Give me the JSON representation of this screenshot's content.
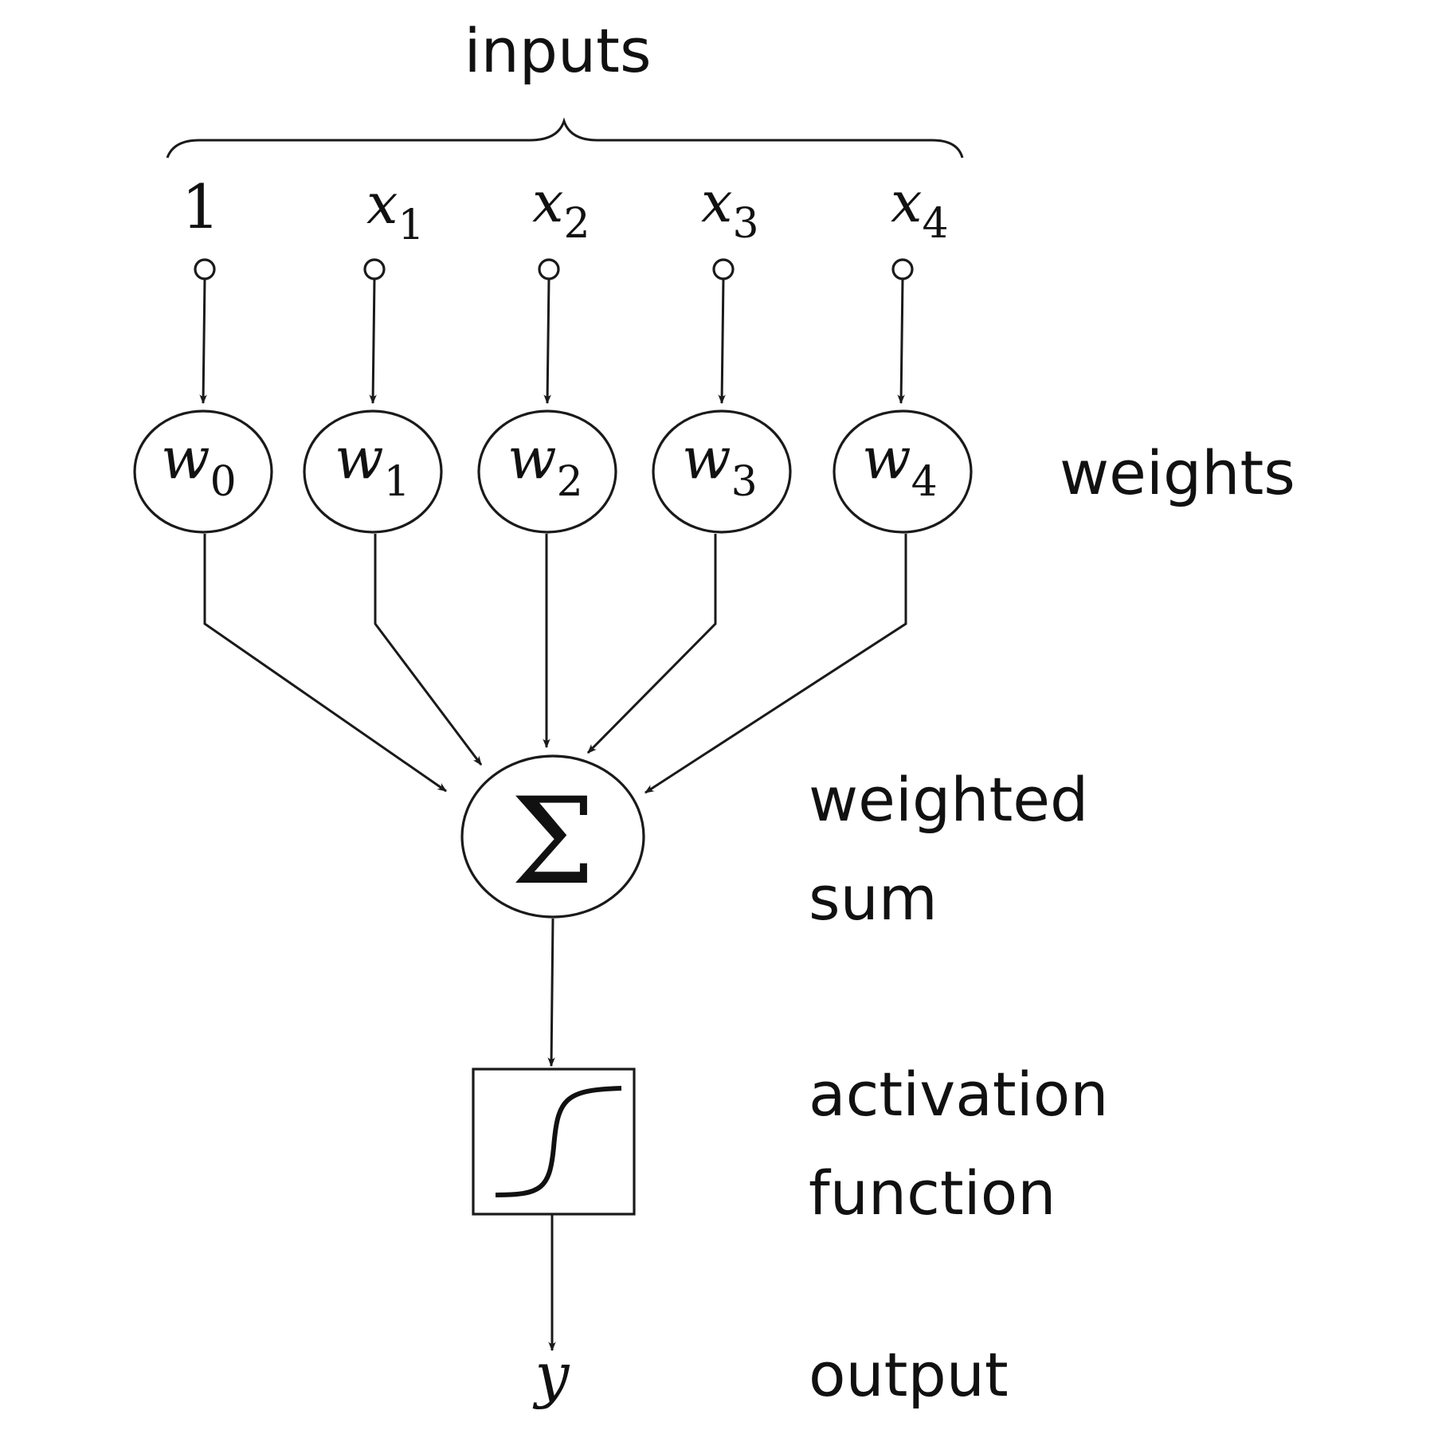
{
  "labels": {
    "inputs": "inputs",
    "weights": "weights",
    "weighted_sum_line1": "weighted",
    "weighted_sum_line2": "sum",
    "activation_line1": "activation",
    "activation_line2": "function",
    "output": "output"
  },
  "inputs": [
    {
      "symbol": "1",
      "sub": ""
    },
    {
      "symbol": "x",
      "sub": "1"
    },
    {
      "symbol": "x",
      "sub": "2"
    },
    {
      "symbol": "x",
      "sub": "3"
    },
    {
      "symbol": "x",
      "sub": "4"
    }
  ],
  "weights": [
    {
      "symbol": "w",
      "sub": "0"
    },
    {
      "symbol": "w",
      "sub": "1"
    },
    {
      "symbol": "w",
      "sub": "2"
    },
    {
      "symbol": "w",
      "sub": "3"
    },
    {
      "symbol": "w",
      "sub": "4"
    }
  ],
  "sum_symbol": "Σ",
  "output_symbol": "y"
}
